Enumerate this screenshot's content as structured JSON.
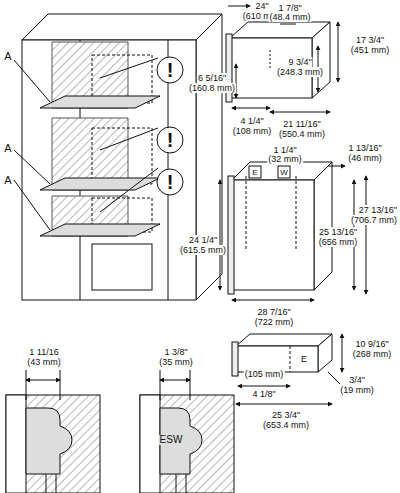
{
  "diagram": {
    "nodes": [
      {
        "text": [
          "!"
        ]
      },
      {
        "text": [
          "!"
        ]
      },
      {
        "text": [
          "!"
        ]
      },
      {
        "text": [
          "E"
        ]
      },
      {
        "text": [
          "W"
        ]
      }
    ],
    "labels": [
      "24\"",
      "(610 mm)",
      "A",
      "A",
      "A",
      "1 7/8\"",
      "(48.4 mm)",
      "17 3/4\"",
      "(451 mm)",
      "9 3/4\"",
      "(248.3 mm)",
      "6 5/16\"",
      "(160.8 mm)",
      "4 1/4\"",
      "(108 mm)",
      "21 11/16\"",
      "(550.4 mm)",
      "1 13/16\"",
      "(46 mm)",
      "1 1/4\"",
      "(32 mm)",
      "25 13/16\"",
      "(656 mm)",
      "27 13/16\"",
      "(706.7 mm)",
      "24 1/4\"",
      "(615.5 mm)",
      "28 7/16\"",
      "(722 mm)",
      "10 9/16\"",
      "(268 mm)",
      "E",
      "3/4\"",
      "(19 mm)",
      "4 1/8\"",
      "(105 mm)",
      "25 3/4\"",
      "(653.4 mm)",
      "1 11/16",
      "(43 mm)",
      "1 3/8\"",
      "(35 mm)",
      "ESW"
    ]
  }
}
